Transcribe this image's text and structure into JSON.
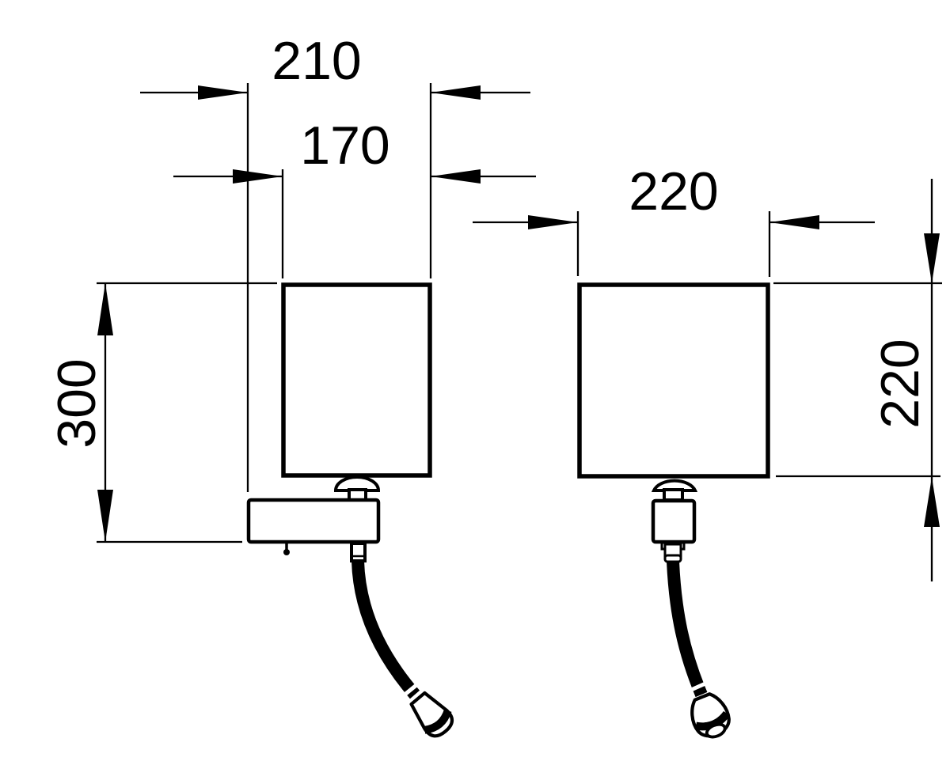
{
  "colors": {
    "ink": "#000000",
    "paper": "#ffffff"
  },
  "dimensions": {
    "side_overall_depth": "210",
    "side_shade_depth": "170",
    "side_overall_height": "300",
    "front_shade_width": "220",
    "front_shade_height": "220"
  }
}
